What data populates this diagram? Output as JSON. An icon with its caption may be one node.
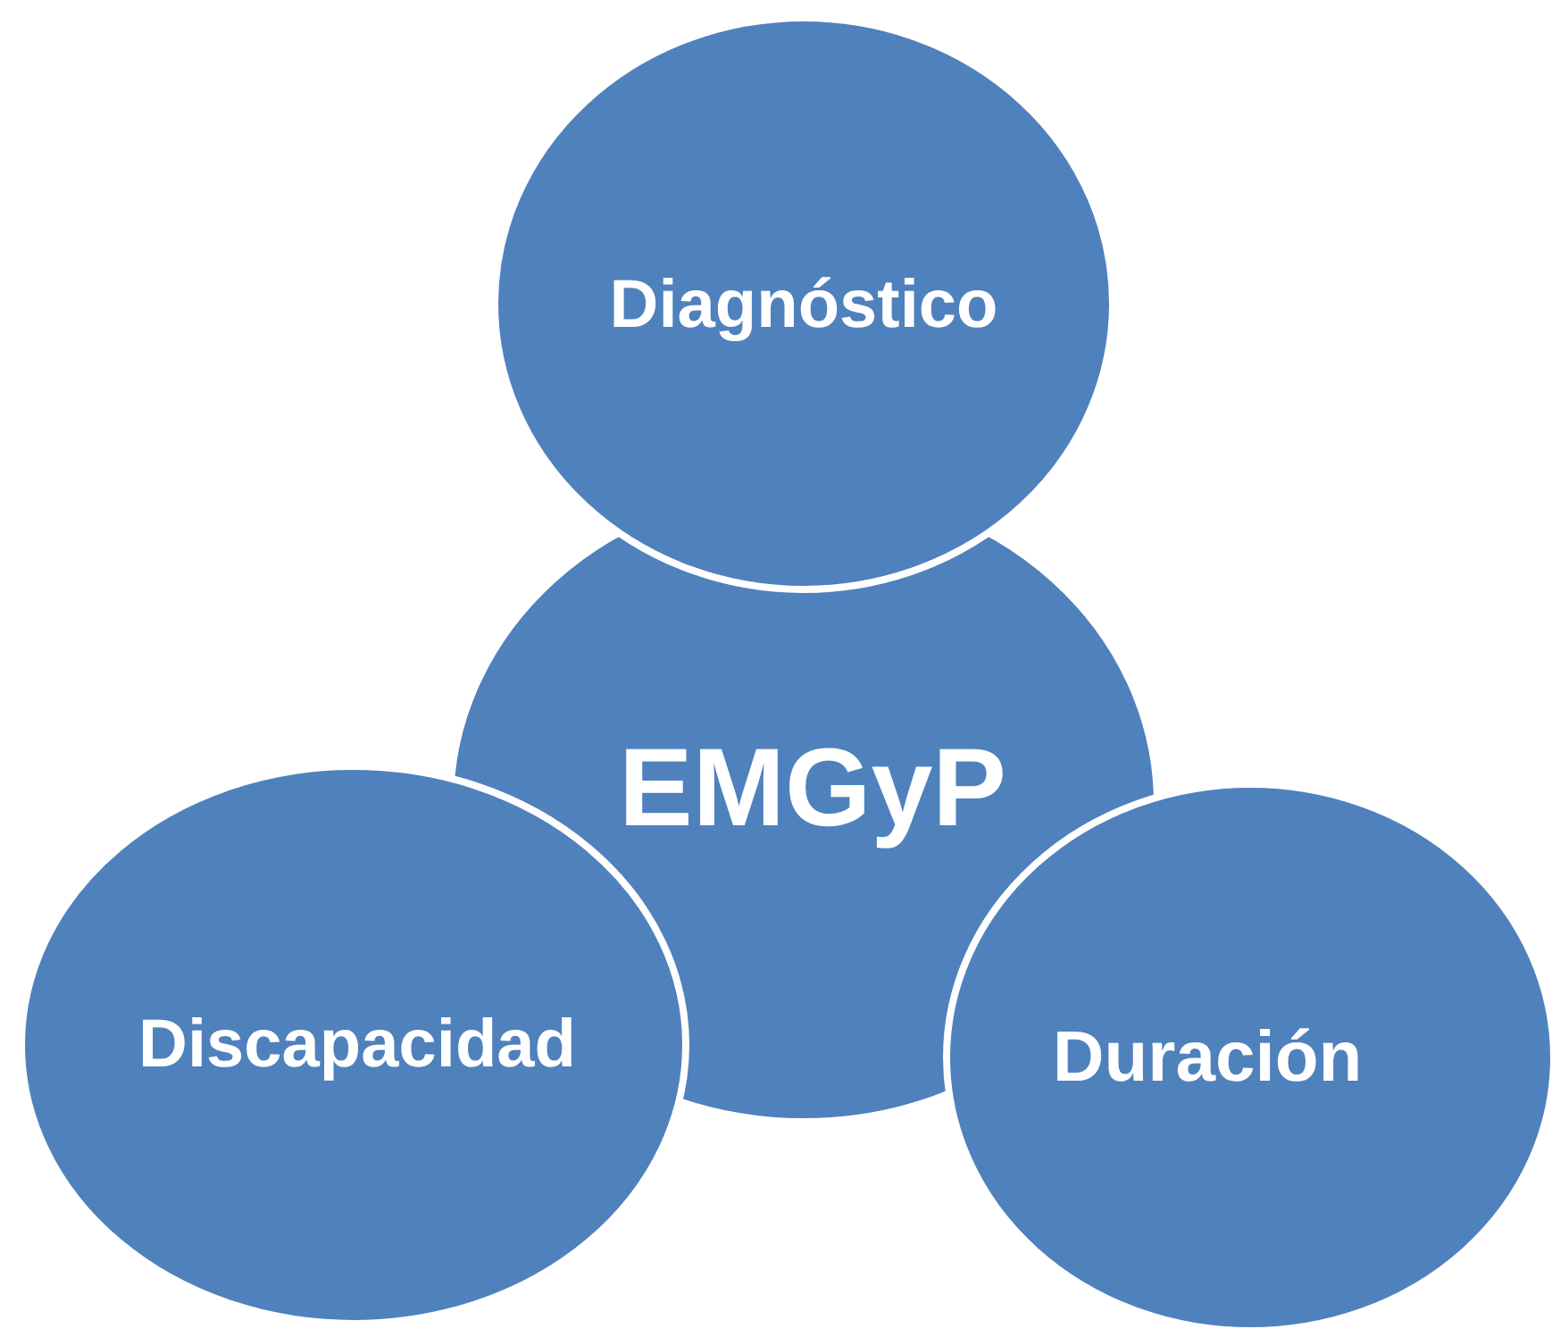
{
  "diagram": {
    "nodes": [
      {
        "text": [
          "Diagnóstico"
        ]
      },
      {
        "text": [
          "EMGyP"
        ]
      },
      {
        "text": [
          "Discapacidad"
        ]
      },
      {
        "text": [
          "Duración"
        ]
      }
    ]
  }
}
